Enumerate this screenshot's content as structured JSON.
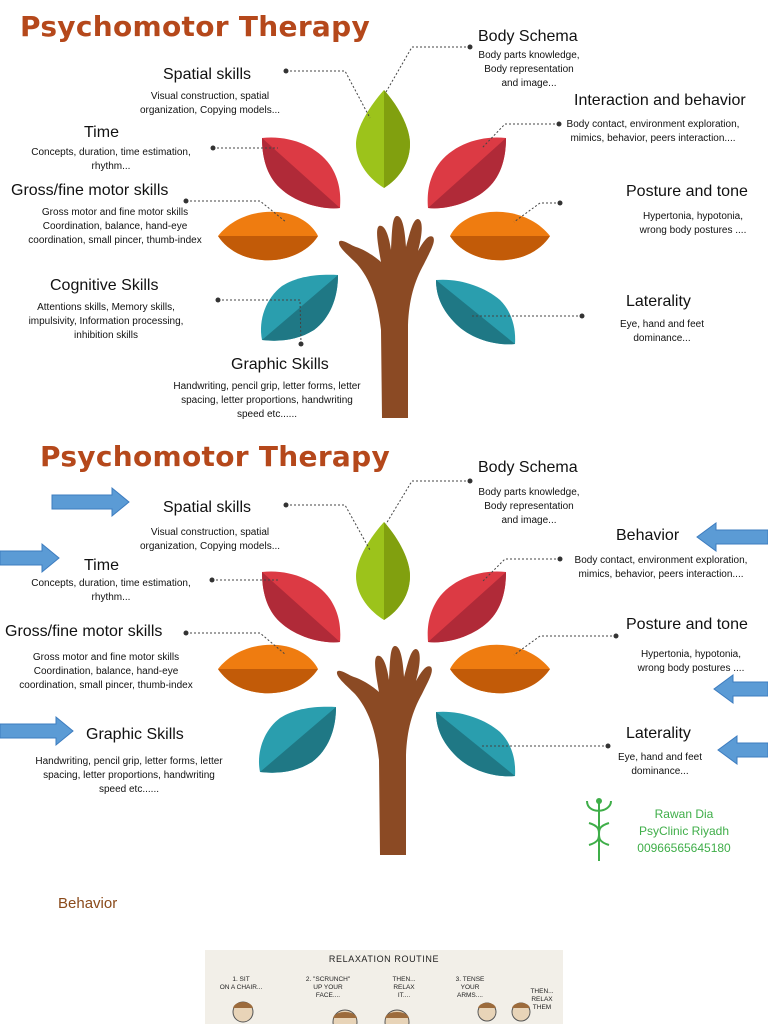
{
  "panel1": {
    "title": "Psychomotor Therapy",
    "spatial": {
      "title": "Spatial skills",
      "desc": "Visual construction, spatial\norganization, Copying models..."
    },
    "time": {
      "title": "Time",
      "desc": "Concepts, duration, time estimation,\nrhythm..."
    },
    "gross": {
      "title": "Gross/fine motor skills",
      "desc": "Gross motor and  fine motor skills\nCoordination, balance, hand-eye\ncoordination, small pincer, thumb-index"
    },
    "cognitive": {
      "title": "Cognitive Skills",
      "desc": "Attentions skills, Memory skills,\nimpulsivity, Information processing,\ninhibition skills"
    },
    "graphic": {
      "title": "Graphic Skills",
      "desc": "Handwriting, pencil grip, letter forms, letter\nspacing, letter proportions, handwriting\nspeed etc......"
    },
    "body": {
      "title": "Body Schema",
      "desc": "Body parts knowledge,\nBody representation\nand image..."
    },
    "interaction": {
      "title": "Interaction and behavior",
      "desc": "Body contact, environment exploration,\nmimics, behavior, peers interaction...."
    },
    "posture": {
      "title": "Posture and tone",
      "desc": "Hypertonia, hypotonia,\nwrong body postures ...."
    },
    "laterality": {
      "title": "Laterality",
      "desc": "Eye, hand and feet\ndominance..."
    }
  },
  "panel2": {
    "title": "Psychomotor Therapy",
    "spatial": {
      "title": "Spatial skills",
      "desc": "Visual construction, spatial\norganization, Copying models..."
    },
    "time": {
      "title": "Time",
      "desc": "Concepts, duration, time estimation,\nrhythm..."
    },
    "gross": {
      "title": "Gross/fine motor skills",
      "desc": "Gross motor and  fine motor skills\nCoordination, balance, hand-eye\ncoordination, small pincer, thumb-index"
    },
    "graphic": {
      "title": "Graphic Skills",
      "desc": "Handwriting, pencil grip, letter forms, letter\nspacing, letter proportions, handwriting\nspeed etc......"
    },
    "body": {
      "title": "Body Schema",
      "desc": "Body parts knowledge,\nBody representation\nand image..."
    },
    "behavior": {
      "title": "Behavior",
      "desc": "Body contact, environment exploration,\nmimics, behavior, peers interaction...."
    },
    "posture": {
      "title": "Posture and tone",
      "desc": "Hypertonia, hypotonia,\nwrong body postures ...."
    },
    "laterality": {
      "title": "Laterality",
      "desc": "Eye, hand and feet\ndominance..."
    }
  },
  "credit": {
    "name": "Rawan Dia",
    "clinic": "PsyClinic Riyadh",
    "phone": "00966565645180"
  },
  "behavior_caption": "Behavior",
  "relaxation": {
    "title": "RELAXATION ROUTINE",
    "steps": [
      "1.  SIT\nON A CHAIR...",
      "2. \"SCRUNCH\"\nUP YOUR\nFACE....",
      "THEN...\nRELAX\nIT....",
      "3.  TENSE\nYOUR\nARMS....",
      "THEN...\nRELAX\nTHEM"
    ]
  },
  "colors": {
    "title": "#b5481b",
    "leaf_green": "#9cc31b",
    "leaf_red": "#dc3a44",
    "leaf_orange": "#ef7c10",
    "leaf_teal": "#2a9eae",
    "trunk": "#8b4a24",
    "arrow": "#5b9bd5",
    "credit": "#3fae49"
  },
  "icons": {
    "arrow": "right-arrow-icon",
    "arrow_left": "left-arrow-icon",
    "logo": "caduceus-logo-icon"
  }
}
